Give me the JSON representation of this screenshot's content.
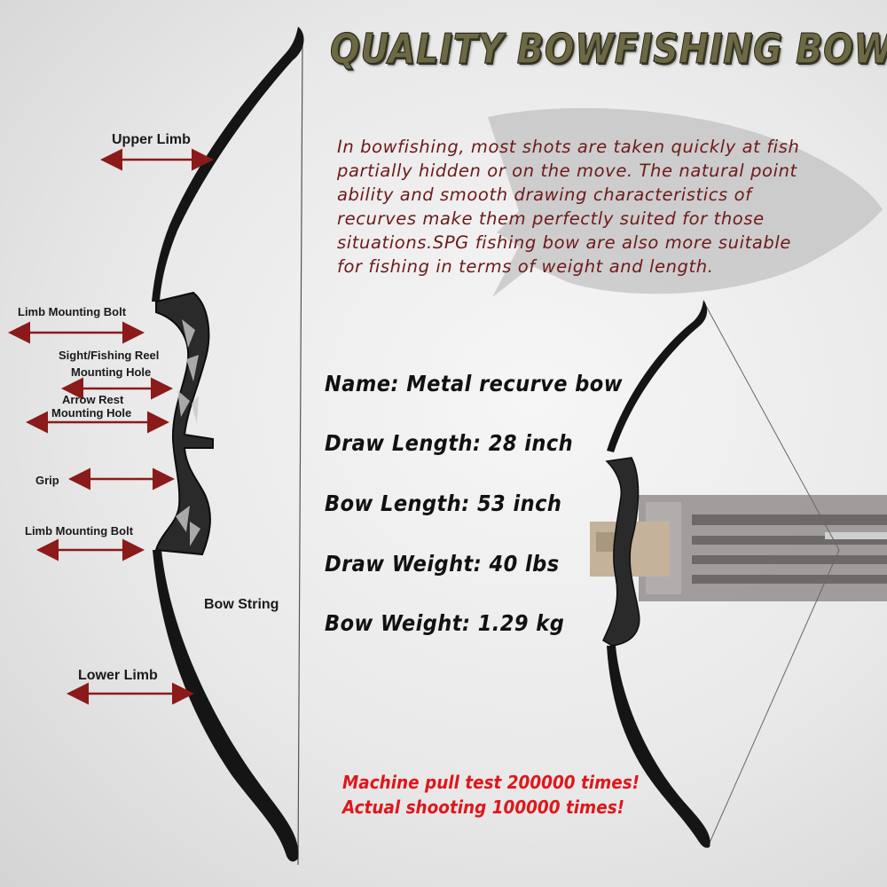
{
  "title": "QUALITY BOWFISHING BOW",
  "description": [
    "In bowfishing, most shots are taken quickly at fish",
    "partially hidden or on the move. The natural point",
    "ability and smooth drawing characteristics of",
    "recurves make them perfectly suited for those",
    "situations.SPG fishing bow are also more suitable",
    "for fishing in terms of weight and length."
  ],
  "specs": [
    "Name: Metal recurve bow",
    "Draw Length: 28 inch",
    "Bow Length: 53 inch",
    "Draw Weight: 40 lbs",
    "Bow Weight: 1.29 kg"
  ],
  "claims": [
    "Machine pull test 200000 times!",
    "Actual shooting 100000 times!"
  ],
  "labels": {
    "upper_limb": "Upper Limb",
    "limb_mounting_bolt_top": "Limb Mounting Bolt",
    "sight_reel_line1": "Sight/Fishing Reel",
    "sight_reel_line2": "Mounting Hole",
    "arrow_rest_line1": "Arrow Rest",
    "arrow_rest_line2": "Mounting Hole",
    "grip": "Grip",
    "limb_mounting_bolt_bottom": "Limb Mounting Bolt",
    "bow_string": "Bow String",
    "lower_limb": "Lower Limb"
  },
  "colors": {
    "arrow": "#8b1a1a",
    "description_text": "#6e1a1a",
    "claim_text": "#e0161b",
    "title_fill": "#6b6a45"
  },
  "icons": {
    "background_fish": "fish-silhouette",
    "main_bow": "recurve-bow",
    "demo_bow": "recurve-bow-with-test-rig"
  }
}
